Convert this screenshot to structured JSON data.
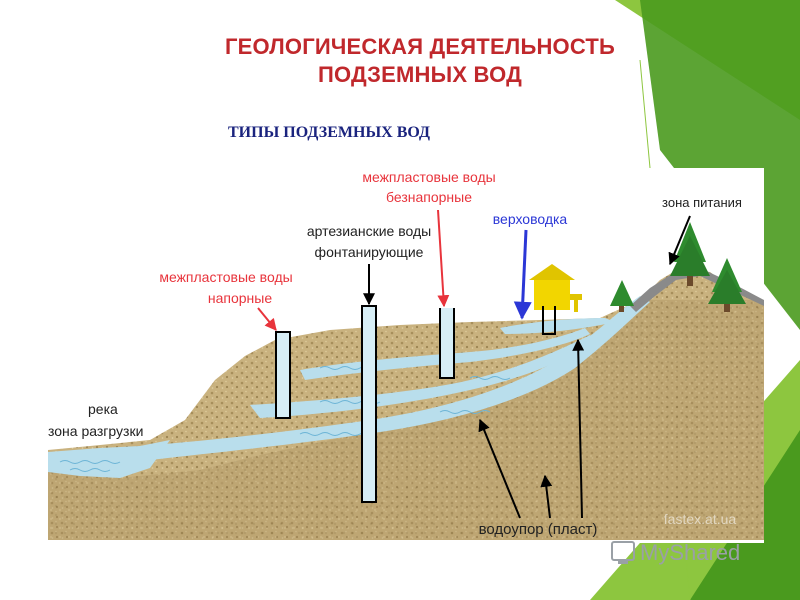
{
  "slide": {
    "title_line1": "ГЕОЛОГИЧЕСКАЯ ДЕЯТЕЛЬНОСТЬ",
    "title_line2": "ПОДЗЕМНЫХ ВОД",
    "subtitle": "ТИПЫ ПОДЗЕМНЫХ ВОД"
  },
  "diagram": {
    "labels": {
      "interstratal_nonpressure_1": "межпластовые воды",
      "interstratal_nonpressure_2": "безнапорные",
      "artesian_1": "артезианские воды",
      "artesian_2": "фонтанирующие",
      "perched": "верховодка",
      "recharge_zone": "зона питания",
      "interstratal_pressure_1": "межпластовые воды",
      "interstratal_pressure_2": "напорные",
      "river": "река",
      "discharge_zone": "зона разгрузки",
      "aquitard": "водоупор (пласт)"
    },
    "watermark": "fastex.at.ua",
    "logo": "MyShared"
  },
  "colors": {
    "title": "#c0282c",
    "subtitle": "#1a237e",
    "label_red": "#e8343c",
    "label_blue": "#2b37d6",
    "ground": "#c7b07f",
    "water": "#b9deec",
    "accent_green": "#8dc63f",
    "accent_dark_green": "#4a9a1e"
  }
}
